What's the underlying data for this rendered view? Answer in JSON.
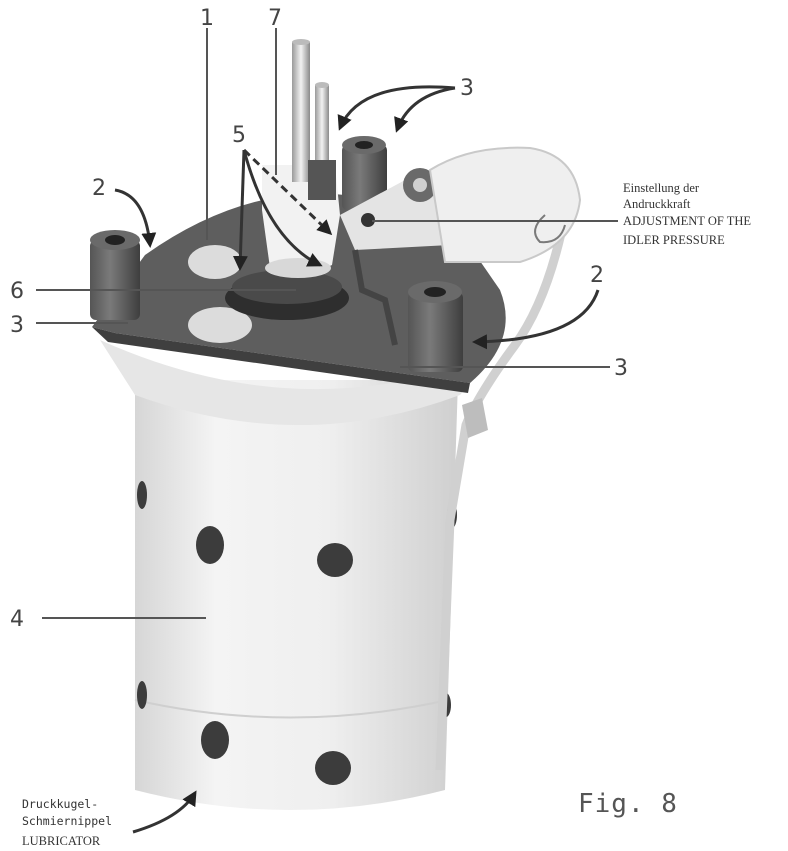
{
  "labels": {
    "n1": "1",
    "n7": "7",
    "n3_top": "3",
    "n5": "5",
    "n2_left": "2",
    "n6": "6",
    "n3_left": "3",
    "n2_right": "2",
    "n3_right": "3",
    "n4": "4"
  },
  "captions": {
    "adjust_de_1": "Einstellung der",
    "adjust_de_2": "Andruckkraft",
    "adjust_en_1": "ADJUSTMENT OF THE",
    "adjust_en_2": "IDLER PRESSURE",
    "lub_de_1": "Druckkugel-",
    "lub_de_2": "Schmiernippel",
    "lub_en": "LUBRICATOR"
  },
  "figure_label": "Fig. 8"
}
